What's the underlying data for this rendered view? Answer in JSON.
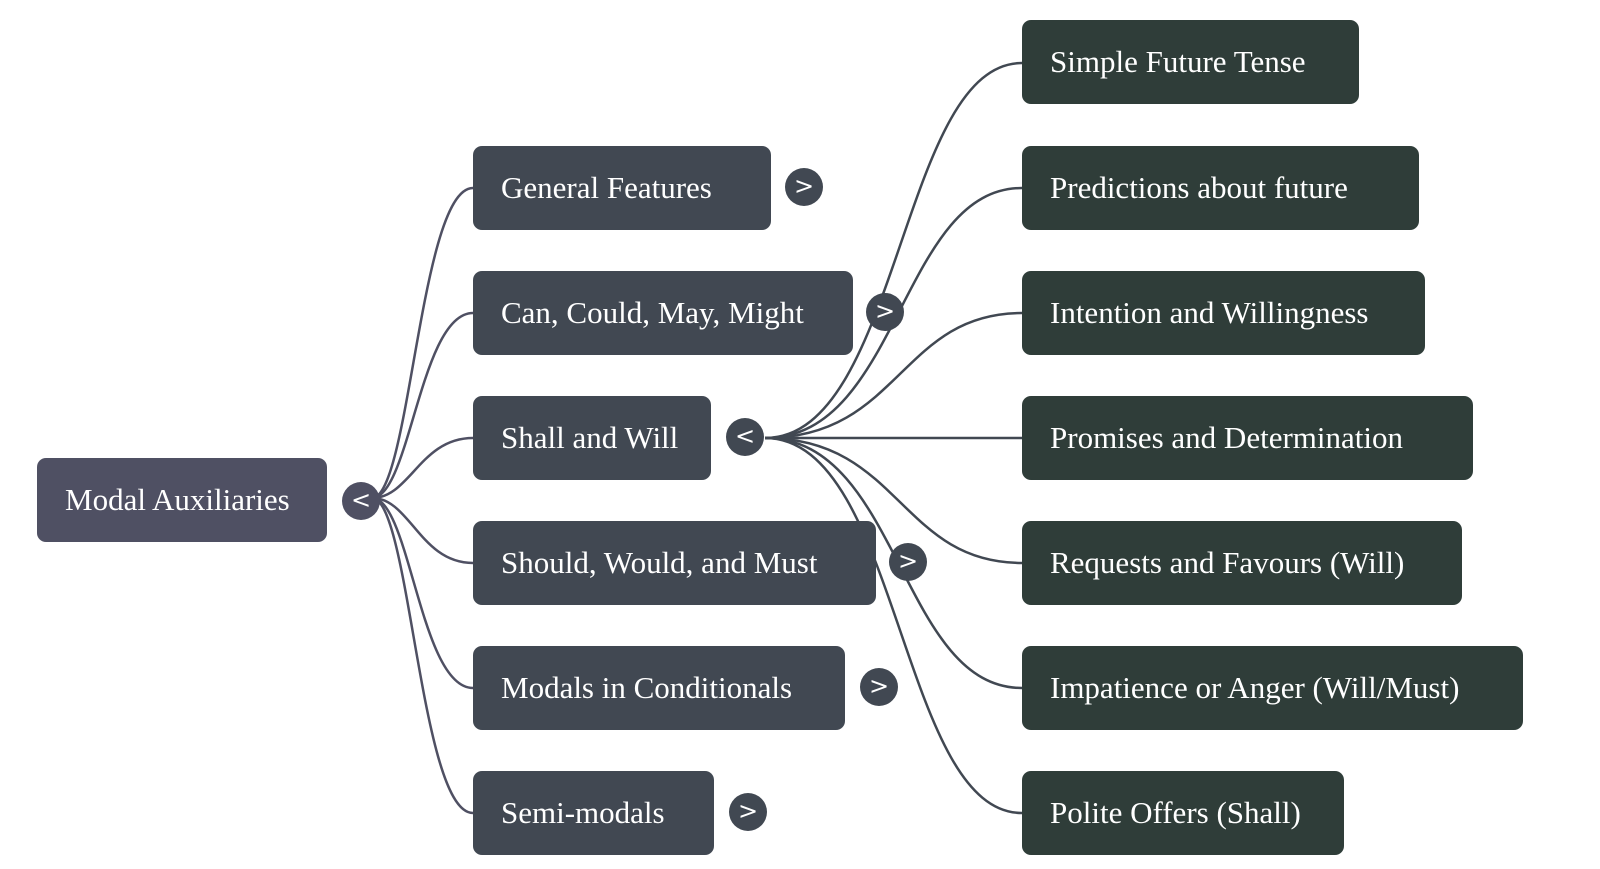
{
  "colors": {
    "root_bg": "#4f5063",
    "branch_bg": "#414852",
    "leaf_bg": "#2f3d39",
    "root_line": "#4f5063",
    "branch_line": "#414852"
  },
  "mindmap": {
    "root": {
      "label": "Modal Auxiliaries",
      "toggle": "<"
    },
    "branches": [
      {
        "label": "General Features",
        "toggle": ">"
      },
      {
        "label": "Can, Could, May, Might",
        "toggle": ">"
      },
      {
        "label": "Shall and Will",
        "toggle": "<"
      },
      {
        "label": "Should, Would, and Must",
        "toggle": ">"
      },
      {
        "label": "Modals in Conditionals",
        "toggle": ">"
      },
      {
        "label": "Semi-modals",
        "toggle": ">"
      }
    ],
    "expanded_branch": "Shall and Will",
    "leaves": [
      {
        "label": "Simple Future Tense"
      },
      {
        "label": "Predictions about future"
      },
      {
        "label": "Intention and Willingness"
      },
      {
        "label": "Promises and Determination"
      },
      {
        "label": "Requests and Favours (Will)"
      },
      {
        "label": "Impatience or Anger (Will/Must)"
      },
      {
        "label": "Polite Offers (Shall)"
      }
    ]
  }
}
